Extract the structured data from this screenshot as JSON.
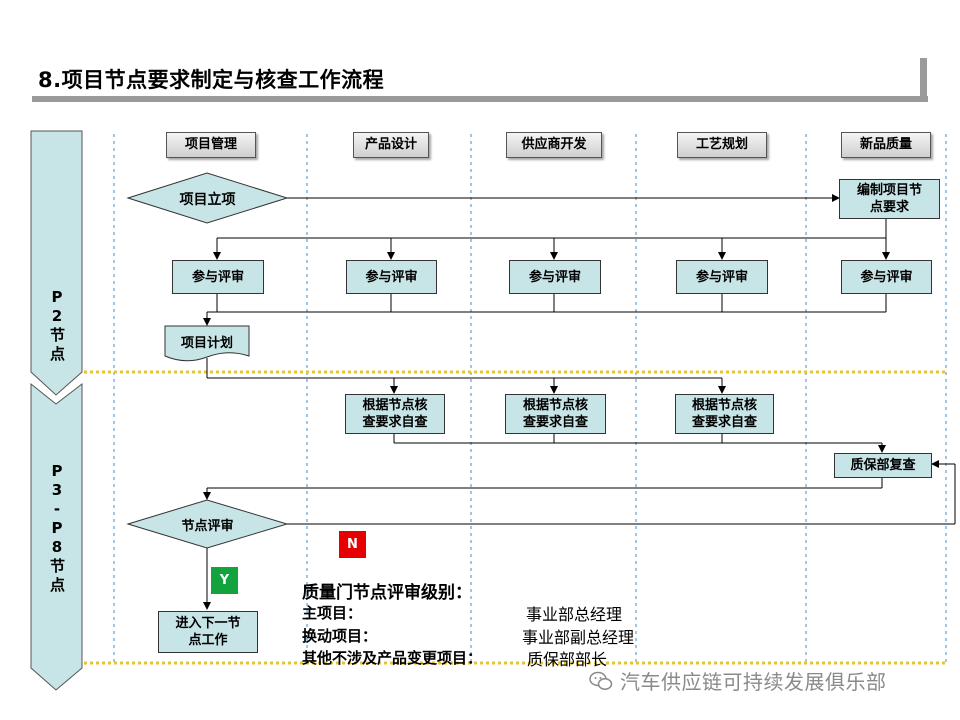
{
  "title": "8.项目节点要求制定与核查工作流程",
  "phases": {
    "p2": "P 2 节 点",
    "p3p8": "P 3 - P 8 节 点"
  },
  "lanes": [
    "项目管理",
    "产品设计",
    "供应商开发",
    "工艺规划",
    "新品质量"
  ],
  "nodes": {
    "project_start": "项目立项",
    "compile_req_1": "编制项目节",
    "compile_req_2": "点要求",
    "review": "参与评审",
    "project_plan": "项目计划",
    "self_check_1": "根据节点核",
    "self_check_2": "查要求自查",
    "qa_recheck": "质保部复查",
    "node_review": "节点评审",
    "next_node_1": "进入下一节",
    "next_node_2": "点工作"
  },
  "tags": {
    "no": "N",
    "yes": "Y"
  },
  "quality_gate": {
    "heading": "质量门节点评审级别：",
    "rows": [
      {
        "label": "主项目：",
        "value": "事业部总经理"
      },
      {
        "label": "换动项目：",
        "value": "事业部副总经理"
      },
      {
        "label": "其他不涉及产品变更项目：",
        "value": "质保部部长"
      }
    ]
  },
  "watermark": "汽车供应链可持续发展俱乐部",
  "colors": {
    "box_fill": "#c7e4e6",
    "phase_fill": "#c7e4e6",
    "title_rule": "#9a9a9a",
    "lane_divider": "#3b8fd6",
    "phase_divider": "#e6c43a",
    "no_tag": "#e60000",
    "yes_tag": "#12a33c"
  }
}
